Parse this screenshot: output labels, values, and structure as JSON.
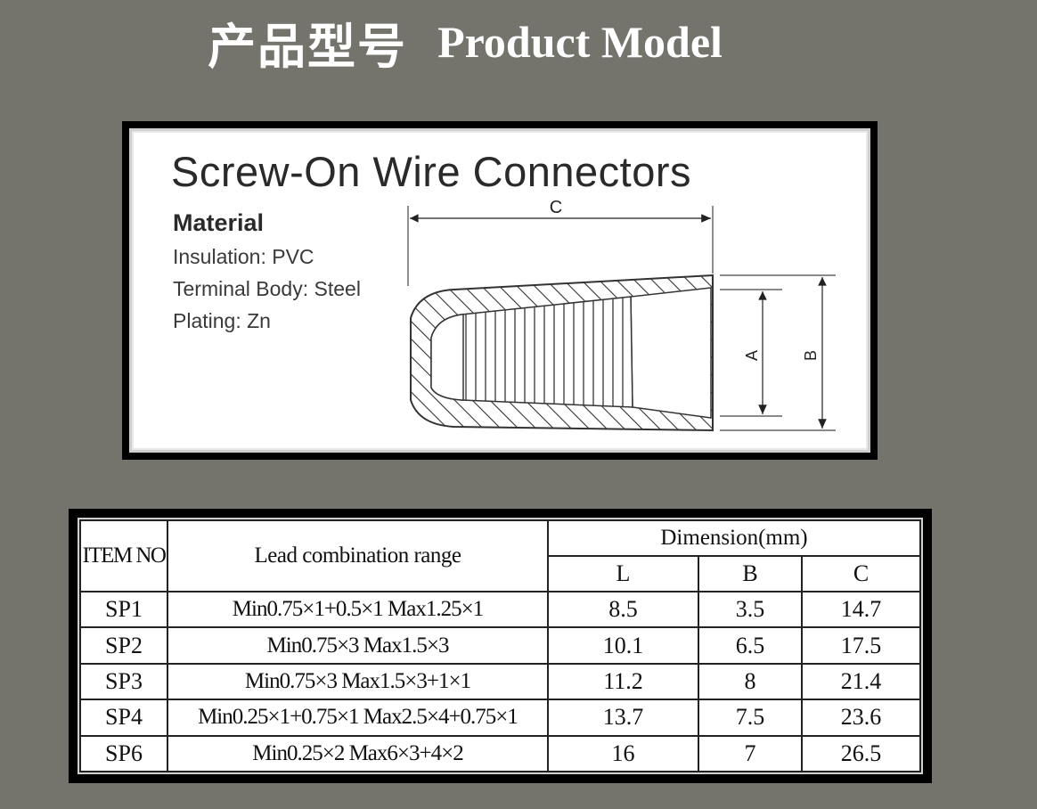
{
  "title": {
    "chinese": "产品型号",
    "english": "Product Model"
  },
  "diagram": {
    "heading": "Screw-On Wire Connectors",
    "material_title": "Material",
    "material_lines": [
      "Insulation: PVC",
      "Terminal Body: Steel",
      "Plating: Zn"
    ],
    "dimension_labels": {
      "c": "C",
      "a": "A",
      "b": "B"
    }
  },
  "table": {
    "headers": {
      "item_no": "ITEM NO",
      "lead_range": "Lead combination range",
      "dimension": "Dimension(mm)",
      "l": "L",
      "b": "B",
      "c": "C"
    },
    "rows": [
      {
        "item": "SP1",
        "range": "Min0.75×1+0.5×1 Max1.25×1",
        "l": "8.5",
        "b": "3.5",
        "c": "14.7"
      },
      {
        "item": "SP2",
        "range": "Min0.75×3 Max1.5×3",
        "l": "10.1",
        "b": "6.5",
        "c": "17.5"
      },
      {
        "item": "SP3",
        "range": "Min0.75×3 Max1.5×3+1×1",
        "l": "11.2",
        "b": "8",
        "c": "21.4"
      },
      {
        "item": "SP4",
        "range": "Min0.25×1+0.75×1 Max2.5×4+0.75×1",
        "l": "13.7",
        "b": "7.5",
        "c": "23.6"
      },
      {
        "item": "SP6",
        "range": "Min0.25×2 Max6×3+4×2",
        "l": "16",
        "b": "7",
        "c": "26.5"
      }
    ]
  }
}
